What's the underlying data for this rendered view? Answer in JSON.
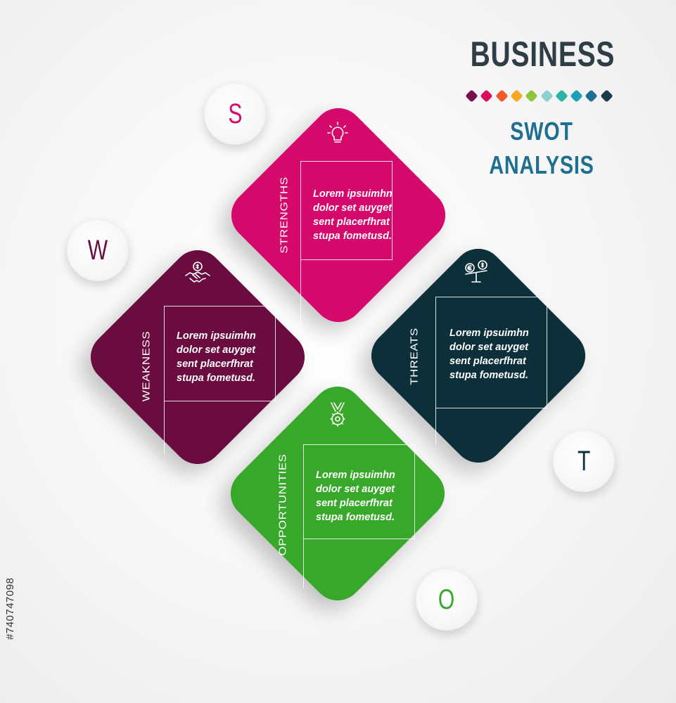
{
  "header": {
    "title": "BUSINESS",
    "subtitle_line1": "SWOT",
    "subtitle_line2": "ANALYSIS",
    "dot_colors": [
      "#7a1050",
      "#d9105f",
      "#f05a28",
      "#f7a823",
      "#8dc63f",
      "#8ecfd0",
      "#2ab3a6",
      "#1aa0b8",
      "#1e6f90",
      "#1c3a4a"
    ]
  },
  "colors": {
    "strengths": "#d4096b",
    "weakness": "#6a0c3f",
    "threats": "#0d2f3a",
    "opportunities": "#38a82b"
  },
  "quadrants": {
    "strengths": {
      "letter": "S",
      "category": "STRENGTHS",
      "text": "Lorem ipsuimhn\ndolor set auyget\nsent placerfhrat\nstupa fometusd.",
      "icon": "lightbulb-icon"
    },
    "weakness": {
      "letter": "W",
      "category": "WEAKNESS",
      "text": "Lorem ipsuimhn\ndolor set auyget\nsent placerfhrat\nstupa fometusd.",
      "icon": "handshake-money-icon"
    },
    "threats": {
      "letter": "T",
      "category": "THREATS",
      "text": "Lorem ipsuimhn\ndolor set auyget\nsent placerfhrat\nstupa fometusd.",
      "icon": "currency-scale-icon"
    },
    "opportunities": {
      "letter": "O",
      "category": "OPPORTUNITIES",
      "text": "Lorem ipsuimhn\ndolor set auyget\nsent placerfhrat\nstupa fometusd.",
      "icon": "medal-gear-icon"
    }
  },
  "watermark": "#740747098"
}
